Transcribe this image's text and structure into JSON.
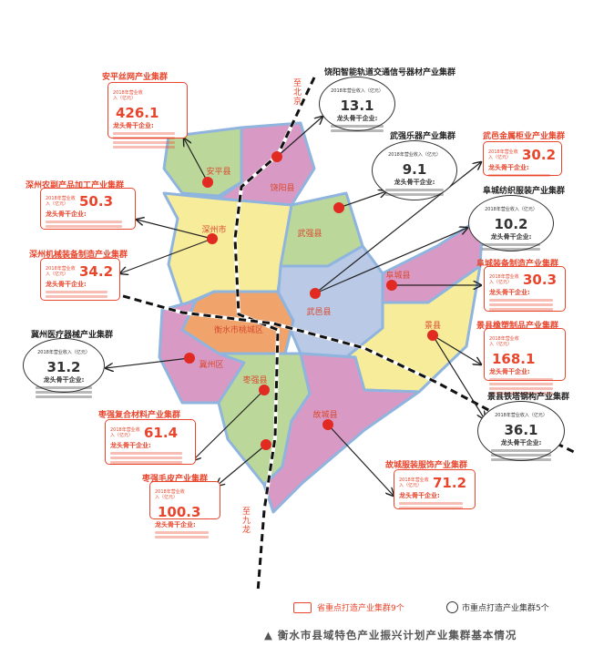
{
  "common": {
    "revenue_label": "2018年营业收入（亿元）",
    "lead_label": "龙头骨干企业:"
  },
  "colors": {
    "provincial": "#e8452c",
    "municipal": "#333333",
    "pink": "#d89ac4",
    "green": "#bcd79a",
    "yellow": "#f6ec9a",
    "blue": "#b9c9e6",
    "orange": "#f0a46c"
  },
  "counties": [
    "安平县",
    "饶阳县",
    "深州市",
    "武强县",
    "武邑县",
    "阜城县",
    "景县",
    "衡水市桃城区",
    "冀州区",
    "枣强县",
    "故城县"
  ],
  "rail_labels": {
    "north": "至北京",
    "south": "至九龙"
  },
  "clusters": [
    {
      "title": "安平丝网产业集群",
      "revenue": "426.1",
      "level": "provincial",
      "firms": 4
    },
    {
      "title": "饶阳智能轨道交通信号器材产业集群",
      "revenue": "13.1",
      "level": "municipal",
      "firms": 2
    },
    {
      "title": "武强乐器产业集群",
      "revenue": "9.1",
      "level": "municipal",
      "firms": 2
    },
    {
      "title": "武邑金属柜业产业集群",
      "revenue": "30.2",
      "level": "provincial",
      "firms": 1
    },
    {
      "title": "阜城纺织服装产业集群",
      "revenue": "10.2",
      "level": "municipal",
      "firms": 2
    },
    {
      "title": "阜城装备制造产业集群",
      "revenue": "30.3",
      "level": "provincial",
      "firms": 3
    },
    {
      "title": "景县橡塑制品产业集群",
      "revenue": "168.1",
      "level": "provincial",
      "firms": 4
    },
    {
      "title": "景县铁塔钢构产业集群",
      "revenue": "36.1",
      "level": "municipal",
      "firms": 3
    },
    {
      "title": "深州农副产品加工产业集群",
      "revenue": "50.3",
      "level": "provincial",
      "firms": 2
    },
    {
      "title": "深州机械装备制造产业集群",
      "revenue": "34.2",
      "level": "provincial",
      "firms": 2
    },
    {
      "title": "冀州医疗器械产业集群",
      "revenue": "31.2",
      "level": "municipal",
      "firms": 3
    },
    {
      "title": "枣强复合材料产业集群",
      "revenue": "61.4",
      "level": "provincial",
      "firms": 3
    },
    {
      "title": "枣强毛皮产业集群",
      "revenue": "100.3",
      "level": "provincial",
      "firms": 2
    },
    {
      "title": "故城服装服饰产业集群",
      "revenue": "71.2",
      "level": "provincial",
      "firms": 2
    }
  ],
  "legend": {
    "provincial": "省重点打造产业集群9个",
    "municipal": "市重点打造产业集群5个"
  },
  "caption": "▲ 衡水市县域特色产业振兴计划产业集群基本情况"
}
